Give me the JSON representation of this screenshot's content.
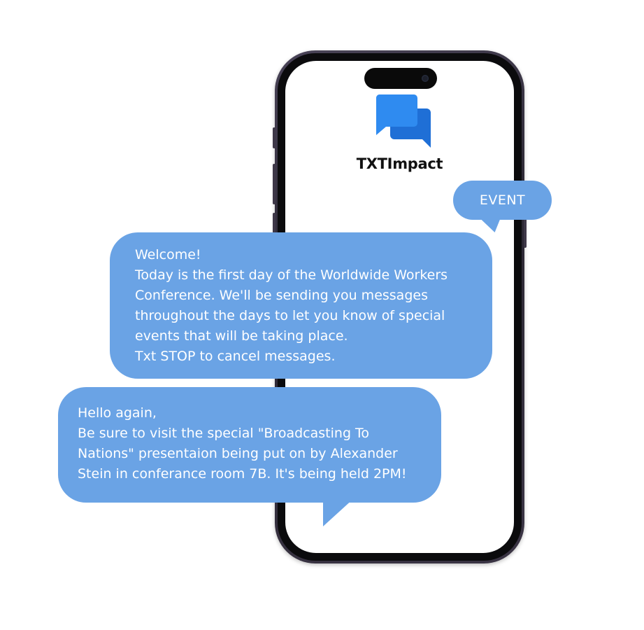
{
  "app": {
    "name": "TXTImpact",
    "logo_icon": "chat-bubbles-icon",
    "colors": {
      "bubble": "#6aa3e5",
      "logo_front": "#2f8bf0",
      "logo_back": "#1f6fd6"
    }
  },
  "tag": {
    "label": "EVENT"
  },
  "messages": [
    {
      "lines": [
        "Welcome!",
        "Today is the first day of the Worldwide Workers",
        "Conference. We'll be sending you messages",
        "throughout the days to let you know of special",
        "events that will be taking place.",
        "Txt STOP to cancel messages."
      ]
    },
    {
      "lines": [
        "Hello again,",
        "Be sure to visit the special \"Broadcasting To",
        "Nations\" presentaion being put on by Alexander",
        "Stein in conferance room 7B. It's being held 2PM!"
      ]
    }
  ]
}
